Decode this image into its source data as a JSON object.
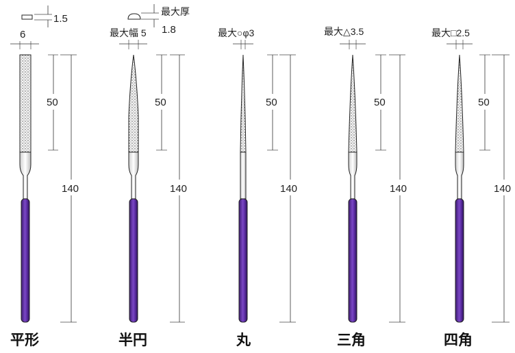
{
  "colors": {
    "handle": "#5b2a9b",
    "handle_highlight": "#8a5ad0",
    "metal": "#f4f4f4",
    "line": "#333333"
  },
  "files": [
    {
      "name": "平形",
      "section_shape": "rectangle",
      "cut_length_label": "50",
      "total_length_label": "140",
      "width_label": "6",
      "thickness_label": "1.5"
    },
    {
      "name": "半円",
      "section_shape": "half-round",
      "cut_length_label": "50",
      "total_length_label": "140",
      "width_label": "最大幅 5",
      "thickness_label": "最大厚",
      "thickness_value": "1.8"
    },
    {
      "name": "丸",
      "section_shape": "round",
      "cut_length_label": "50",
      "total_length_label": "140",
      "size_label": "最大○φ3"
    },
    {
      "name": "三角",
      "section_shape": "triangle",
      "cut_length_label": "50",
      "total_length_label": "140",
      "size_label": "最大△3.5"
    },
    {
      "name": "四角",
      "section_shape": "square",
      "cut_length_label": "50",
      "total_length_label": "140",
      "size_label": "最大□2.5"
    }
  ]
}
